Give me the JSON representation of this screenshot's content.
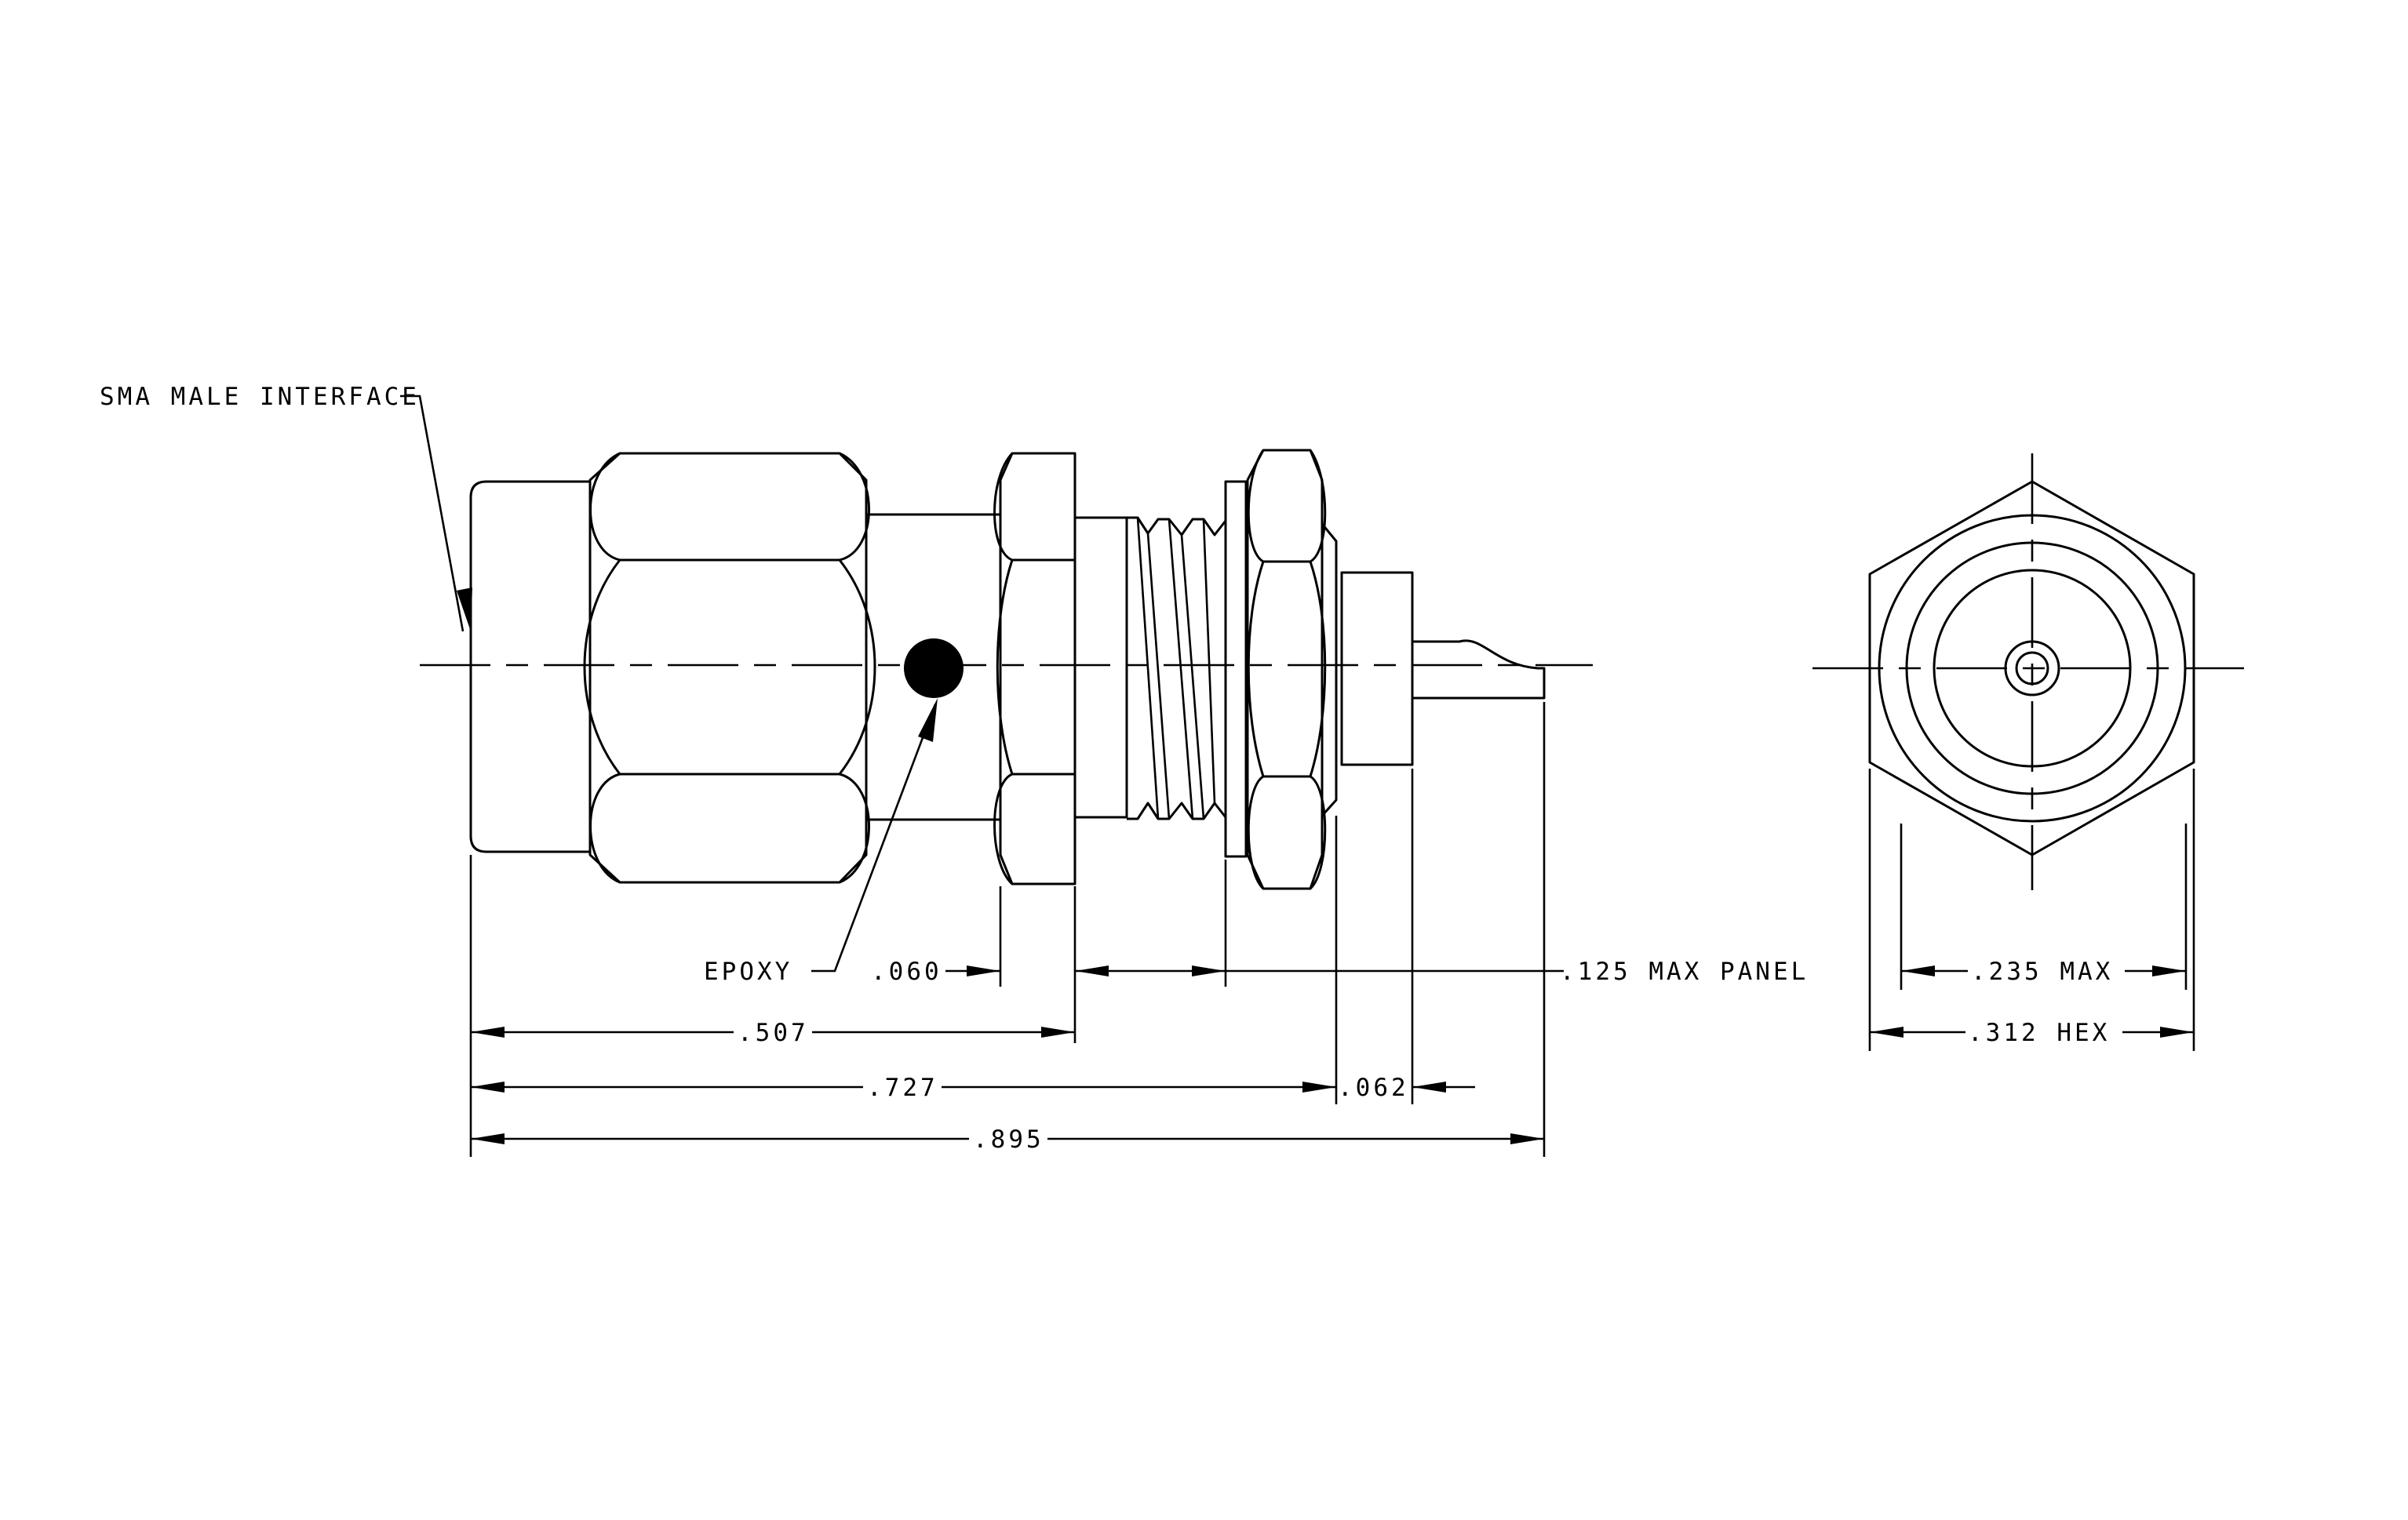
{
  "labels": {
    "sma_interface": "SMA MALE INTERFACE",
    "epoxy": "EPOXY"
  },
  "dimensions": {
    "d060": ".060",
    "d125_panel": ".125 MAX PANEL",
    "d507": ".507",
    "d727": ".727",
    "d062": ".062",
    "d895": ".895",
    "d235": ".235 MAX",
    "d312": ".312 HEX"
  }
}
